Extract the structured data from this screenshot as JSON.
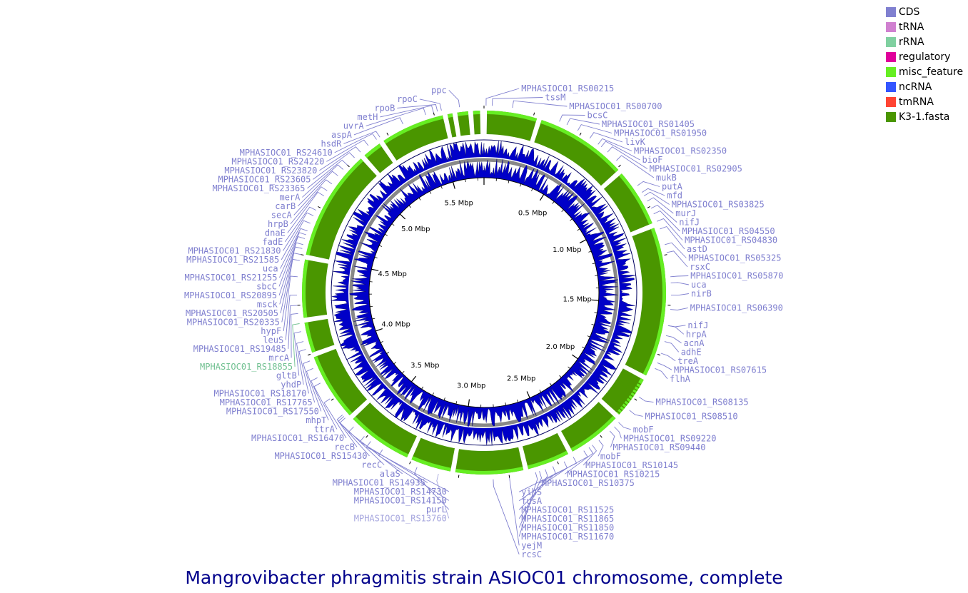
{
  "title": "Mangrovibacter phragmitis strain ASIOC01 chromosome, complete",
  "legend": [
    {
      "name": "CDS",
      "color": "#8080d0"
    },
    {
      "name": "tRNA",
      "color": "#d080d0"
    },
    {
      "name": "rRNA",
      "color": "#80d0a0"
    },
    {
      "name": "regulatory",
      "color": "#e0009b"
    },
    {
      "name": "misc_feature",
      "color": "#66ee22"
    },
    {
      "name": "ncRNA",
      "color": "#3355ff"
    },
    {
      "name": "tmRNA",
      "color": "#ff4433"
    },
    {
      "name": "K3-1.fasta",
      "color": "#4a9600"
    }
  ],
  "colors": {
    "cds_label": "#7f7fcf",
    "rrna_label": "#70c090",
    "faded_label": "#a6a6de",
    "ring_green": "#4a9600",
    "ring_light": "#66ee22",
    "gc_blue": "#0000c8",
    "gc_dark": "#000060",
    "separator": "#888888"
  },
  "genome": {
    "length_mbp": 5.75
  },
  "scale_ticks": [
    "0.5 Mbp",
    "1.0 Mbp",
    "1.5 Mbp",
    "2.0 Mbp",
    "2.5 Mbp",
    "3.0 Mbp",
    "3.5 Mbp",
    "4.0 Mbp",
    "4.5 Mbp",
    "5.0 Mbp",
    "5.5 Mbp"
  ],
  "genes": [
    {
      "label": "tssM",
      "pos_mbp": 0.04
    },
    {
      "label": "MPHASIOC01_RS00700",
      "pos_mbp": 0.14
    },
    {
      "label": "MPHASIOC01_RS00215",
      "pos_mbp": 0.01
    },
    {
      "label": "ppc",
      "pos_mbp": 5.63
    },
    {
      "label": "rpoC",
      "pos_mbp": 5.54
    },
    {
      "label": "rpoB",
      "pos_mbp": 5.52
    },
    {
      "label": "metH",
      "pos_mbp": 5.5
    },
    {
      "label": "uvrA",
      "pos_mbp": 5.46
    },
    {
      "label": "aspA",
      "pos_mbp": 5.34
    },
    {
      "label": "hsdR",
      "pos_mbp": 5.21
    },
    {
      "label": "MPHASIOC01_RS24610",
      "pos_mbp": 5.19
    },
    {
      "label": "MPHASIOC01_RS24220",
      "pos_mbp": 5.14
    },
    {
      "label": "MPHASIOC01_RS23820",
      "pos_mbp": 5.09
    },
    {
      "label": "MPHASIOC01_RS23605",
      "pos_mbp": 5.05
    },
    {
      "label": "MPHASIOC01_RS23365",
      "pos_mbp": 5.0
    },
    {
      "label": "merA",
      "pos_mbp": 4.97
    },
    {
      "label": "carB",
      "pos_mbp": 4.93
    },
    {
      "label": "secA",
      "pos_mbp": 4.88
    },
    {
      "label": "hrpB",
      "pos_mbp": 4.84
    },
    {
      "label": "dnaE",
      "pos_mbp": 4.81
    },
    {
      "label": "fadE",
      "pos_mbp": 4.73
    },
    {
      "label": "MPHASIOC01_RS21830",
      "pos_mbp": 4.7
    },
    {
      "label": "MPHASIOC01_RS21585",
      "pos_mbp": 4.66
    },
    {
      "label": "uca",
      "pos_mbp": 4.62
    },
    {
      "label": "MPHASIOC01_RS21255",
      "pos_mbp": 4.6
    },
    {
      "label": "sbcC",
      "pos_mbp": 4.58
    },
    {
      "label": "MPHASIOC01_RS20895",
      "pos_mbp": 4.55
    },
    {
      "label": "msck",
      "pos_mbp": 4.53
    },
    {
      "label": "MPHASIOC01_RS20505",
      "pos_mbp": 4.5
    },
    {
      "label": "MPHASIOC01_RS20335",
      "pos_mbp": 4.47
    },
    {
      "label": "hypF",
      "pos_mbp": 4.39
    },
    {
      "label": "leuS",
      "pos_mbp": 4.3
    },
    {
      "label": "MPHASIOC01_RS19485",
      "pos_mbp": 4.25
    },
    {
      "label": "mrcA",
      "pos_mbp": 4.21
    },
    {
      "label": "MPHASIOC01_RS18855",
      "pos_mbp": 4.16,
      "type": "rRNA"
    },
    {
      "label": "gltB",
      "pos_mbp": 4.12
    },
    {
      "label": "yhdP",
      "pos_mbp": 4.07
    },
    {
      "label": "MPHASIOC01_RS18170",
      "pos_mbp": 4.03
    },
    {
      "label": "MPHASIOC01_RS17765",
      "pos_mbp": 3.97
    },
    {
      "label": "MPHASIOC01_RS17550",
      "pos_mbp": 3.93
    },
    {
      "label": "mhpT",
      "pos_mbp": 3.88
    },
    {
      "label": "ttrA",
      "pos_mbp": 3.85
    },
    {
      "label": "MPHASIOC01_RS16470",
      "pos_mbp": 3.76
    },
    {
      "label": "recB",
      "pos_mbp": 3.66
    },
    {
      "label": "MPHASIOC01_RS15430",
      "pos_mbp": 3.65
    },
    {
      "label": "alaS",
      "pos_mbp": 3.58
    },
    {
      "label": "recC",
      "pos_mbp": 3.64
    },
    {
      "label": "MPHASIOC01_RS14150",
      "pos_mbp": 3.4
    },
    {
      "label": "MPHASIOC01_RS14730",
      "pos_mbp": 3.47
    },
    {
      "label": "purL",
      "pos_mbp": 3.21
    },
    {
      "label": "MPHASIOC01_RS14935",
      "pos_mbp": 3.51
    },
    {
      "label": "MPHASIOC01_RS13760",
      "pos_mbp": 3.1,
      "faded": true
    },
    {
      "label": "rcsC",
      "pos_mbp": 2.83
    },
    {
      "label": "yejM",
      "pos_mbp": 2.75
    },
    {
      "label": "MPHASIOC01_RS11850",
      "pos_mbp": 2.6
    },
    {
      "label": "MPHASIOC01_RS11670",
      "pos_mbp": 2.62
    },
    {
      "label": "MPHASIOC01_RS11865",
      "pos_mbp": 2.57
    },
    {
      "label": "MPHASIOC01_RS11525",
      "pos_mbp": 2.53
    },
    {
      "label": "fusA",
      "pos_mbp": 2.47
    },
    {
      "label": "yihS",
      "pos_mbp": 2.42
    },
    {
      "label": "MPHASIOC01_RS10215",
      "pos_mbp": 2.33
    },
    {
      "label": "MPHASIOC01_RS10375",
      "pos_mbp": 2.36
    },
    {
      "label": "MPHASIOC01_RS10145",
      "pos_mbp": 2.31
    },
    {
      "label": "mobF",
      "pos_mbp": 2.27
    },
    {
      "label": "MPHASIOC01_RS09440",
      "pos_mbp": 2.2
    },
    {
      "label": "MPHASIOC01_RS09220",
      "pos_mbp": 2.17
    },
    {
      "label": "mobF",
      "pos_mbp": 2.14
    },
    {
      "label": "MPHASIOC01_RS08510",
      "pos_mbp": 2.06
    },
    {
      "label": "MPHASIOC01_RS08135",
      "pos_mbp": 1.98
    },
    {
      "label": "flhA",
      "pos_mbp": 1.82
    },
    {
      "label": "MPHASIOC01_RS07615",
      "pos_mbp": 1.79
    },
    {
      "label": "treA",
      "pos_mbp": 1.74
    },
    {
      "label": "adhE",
      "pos_mbp": 1.68
    },
    {
      "label": "acnA",
      "pos_mbp": 1.65
    },
    {
      "label": "nifJ",
      "pos_mbp": 1.6
    },
    {
      "label": "hrpA",
      "pos_mbp": 1.6
    },
    {
      "label": "MPHASIOC01_RS06390",
      "pos_mbp": 1.52
    },
    {
      "label": "nirB",
      "pos_mbp": 1.45
    },
    {
      "label": "uca",
      "pos_mbp": 1.39
    },
    {
      "label": "MPHASIOC01_RS05870",
      "pos_mbp": 1.36
    },
    {
      "label": "rsxC",
      "pos_mbp": 1.24
    },
    {
      "label": "MPHASIOC01_RS05325",
      "pos_mbp": 1.2
    },
    {
      "label": "astD",
      "pos_mbp": 1.12
    },
    {
      "label": "MPHASIOC01_RS04830",
      "pos_mbp": 1.08
    },
    {
      "label": "MPHASIOC01_RS04550",
      "pos_mbp": 1.04
    },
    {
      "label": "nifJ",
      "pos_mbp": 1.01
    },
    {
      "label": "murJ",
      "pos_mbp": 0.97
    },
    {
      "label": "MPHASIOC01_RS03825",
      "pos_mbp": 0.94
    },
    {
      "label": "mfd",
      "pos_mbp": 0.92
    },
    {
      "label": "putA",
      "pos_mbp": 0.88
    },
    {
      "label": "mukB",
      "pos_mbp": 0.72
    },
    {
      "label": "MPHASIOC01_RS02905",
      "pos_mbp": 0.66
    },
    {
      "label": "bioF",
      "pos_mbp": 0.62
    },
    {
      "label": "MPHASIOC01_RS02350",
      "pos_mbp": 0.6
    },
    {
      "label": "livK",
      "pos_mbp": 0.55
    },
    {
      "label": "MPHASIOC01_RS01405",
      "pos_mbp": 0.42
    },
    {
      "label": "MPHASIOC01_RS01950",
      "pos_mbp": 0.48
    },
    {
      "label": "bcsC",
      "pos_mbp": 0.38
    }
  ]
}
